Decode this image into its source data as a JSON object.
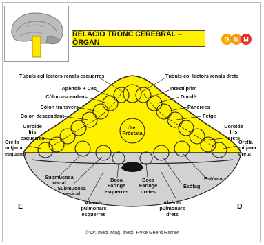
{
  "title": "RELACIÓ TRONC CEREBRAL – ÒRGAN",
  "logo_letters": [
    "G",
    "N",
    "M"
  ],
  "labels": {
    "tubuls_esquerres": "Túbuls col·lectors renals esquerres",
    "tubuls_drets": "Túbuls col·lectors renals drets",
    "apendix": "Apèndix + Cec",
    "intesti_prim": "Intestí prim",
    "colon_ascendent": "Còlon ascendent",
    "duode": "Duodè",
    "colon_transvers": "Còlon transvers",
    "pancrees": "Pàncrees",
    "colon_descendent": "Còlon descendent",
    "fetge": "Fetge",
    "coroide_esq": "Coroide\nIris\nesquerres",
    "coroide_dre": "Coroide\nIris\ndrets",
    "orella_esq": "Orella\nmitjana\nesquerra",
    "orella_dre": "Orella\nmitjana\ndreta",
    "uter": "Úter\nPròstata",
    "submucosa_rectal": "Submucosa\nrectal",
    "submucosa_vesical": "Submucosa\nvesical",
    "boca_esq": "Boca\nFaringe\nesquerres",
    "boca_dre": "Boca\nFaringe\ndretes",
    "esofag": "Esòfag",
    "estomac": "Estómac",
    "alveols_esq": "Alvèols\npulmonars\nesquerres",
    "alveols_dre": "Alvèols\npulmonars\ndrets"
  },
  "side_left": "E",
  "side_right": "D",
  "copyright": "© Dr. med. Mag. theol. Ryke Geerd Hamer",
  "colors": {
    "yellow": "#ffef00",
    "outline": "#222222",
    "brainstem": "#ffe600",
    "logo_orange": "#f7a600",
    "logo_red": "#e8332a"
  }
}
